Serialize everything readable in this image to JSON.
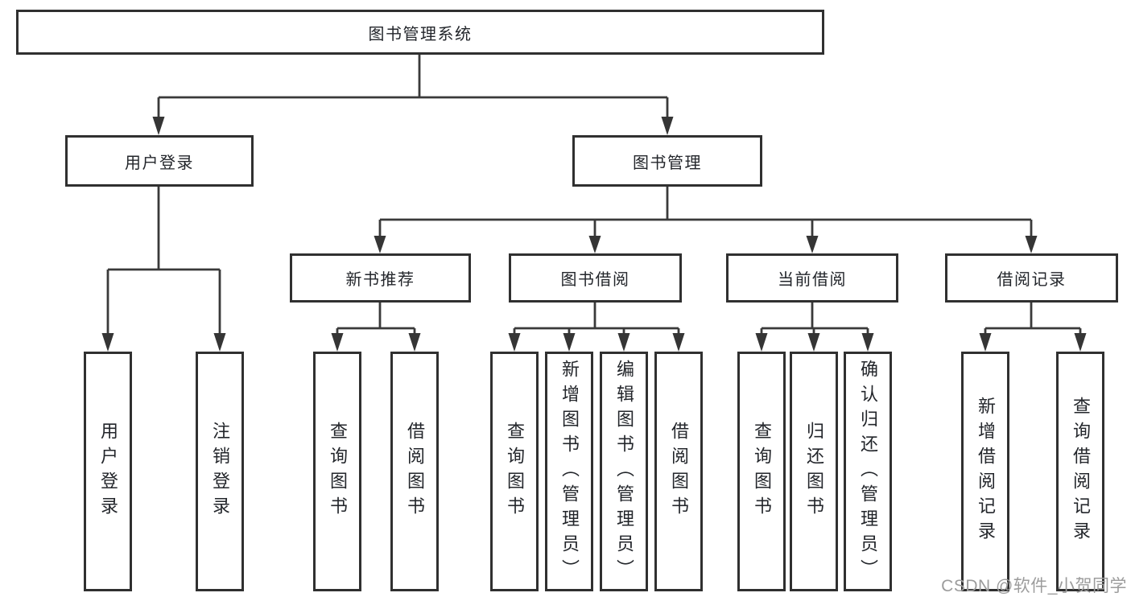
{
  "diagram": {
    "root": {
      "label": "图书管理系统"
    },
    "user_login": {
      "label": "用户登录",
      "children": [
        {
          "label": "用户登录"
        },
        {
          "label": "注销登录"
        }
      ]
    },
    "book_mgmt": {
      "label": "图书管理",
      "sections": [
        {
          "label": "新书推荐",
          "children": [
            {
              "label": "查询图书"
            },
            {
              "label": "借阅图书"
            }
          ]
        },
        {
          "label": "图书借阅",
          "children": [
            {
              "label": "查询图书"
            },
            {
              "label": "新增图书（管理员）"
            },
            {
              "label": "编辑图书（管理员）"
            },
            {
              "label": "借阅图书"
            }
          ]
        },
        {
          "label": "当前借阅",
          "children": [
            {
              "label": "查询图书"
            },
            {
              "label": "归还图书"
            },
            {
              "label": "确认归还（管理员）"
            }
          ]
        },
        {
          "label": "借阅记录",
          "children": [
            {
              "label": "新增借阅记录"
            },
            {
              "label": "查询借阅记录"
            }
          ]
        }
      ]
    }
  },
  "watermark": {
    "text": "CSDN @软件_小贺同学"
  },
  "colors": {
    "line": "#3a3a3a",
    "box_border": "#303030",
    "text": "#23262b",
    "watermark": "#9c9c9c",
    "background": "#ffffff"
  }
}
